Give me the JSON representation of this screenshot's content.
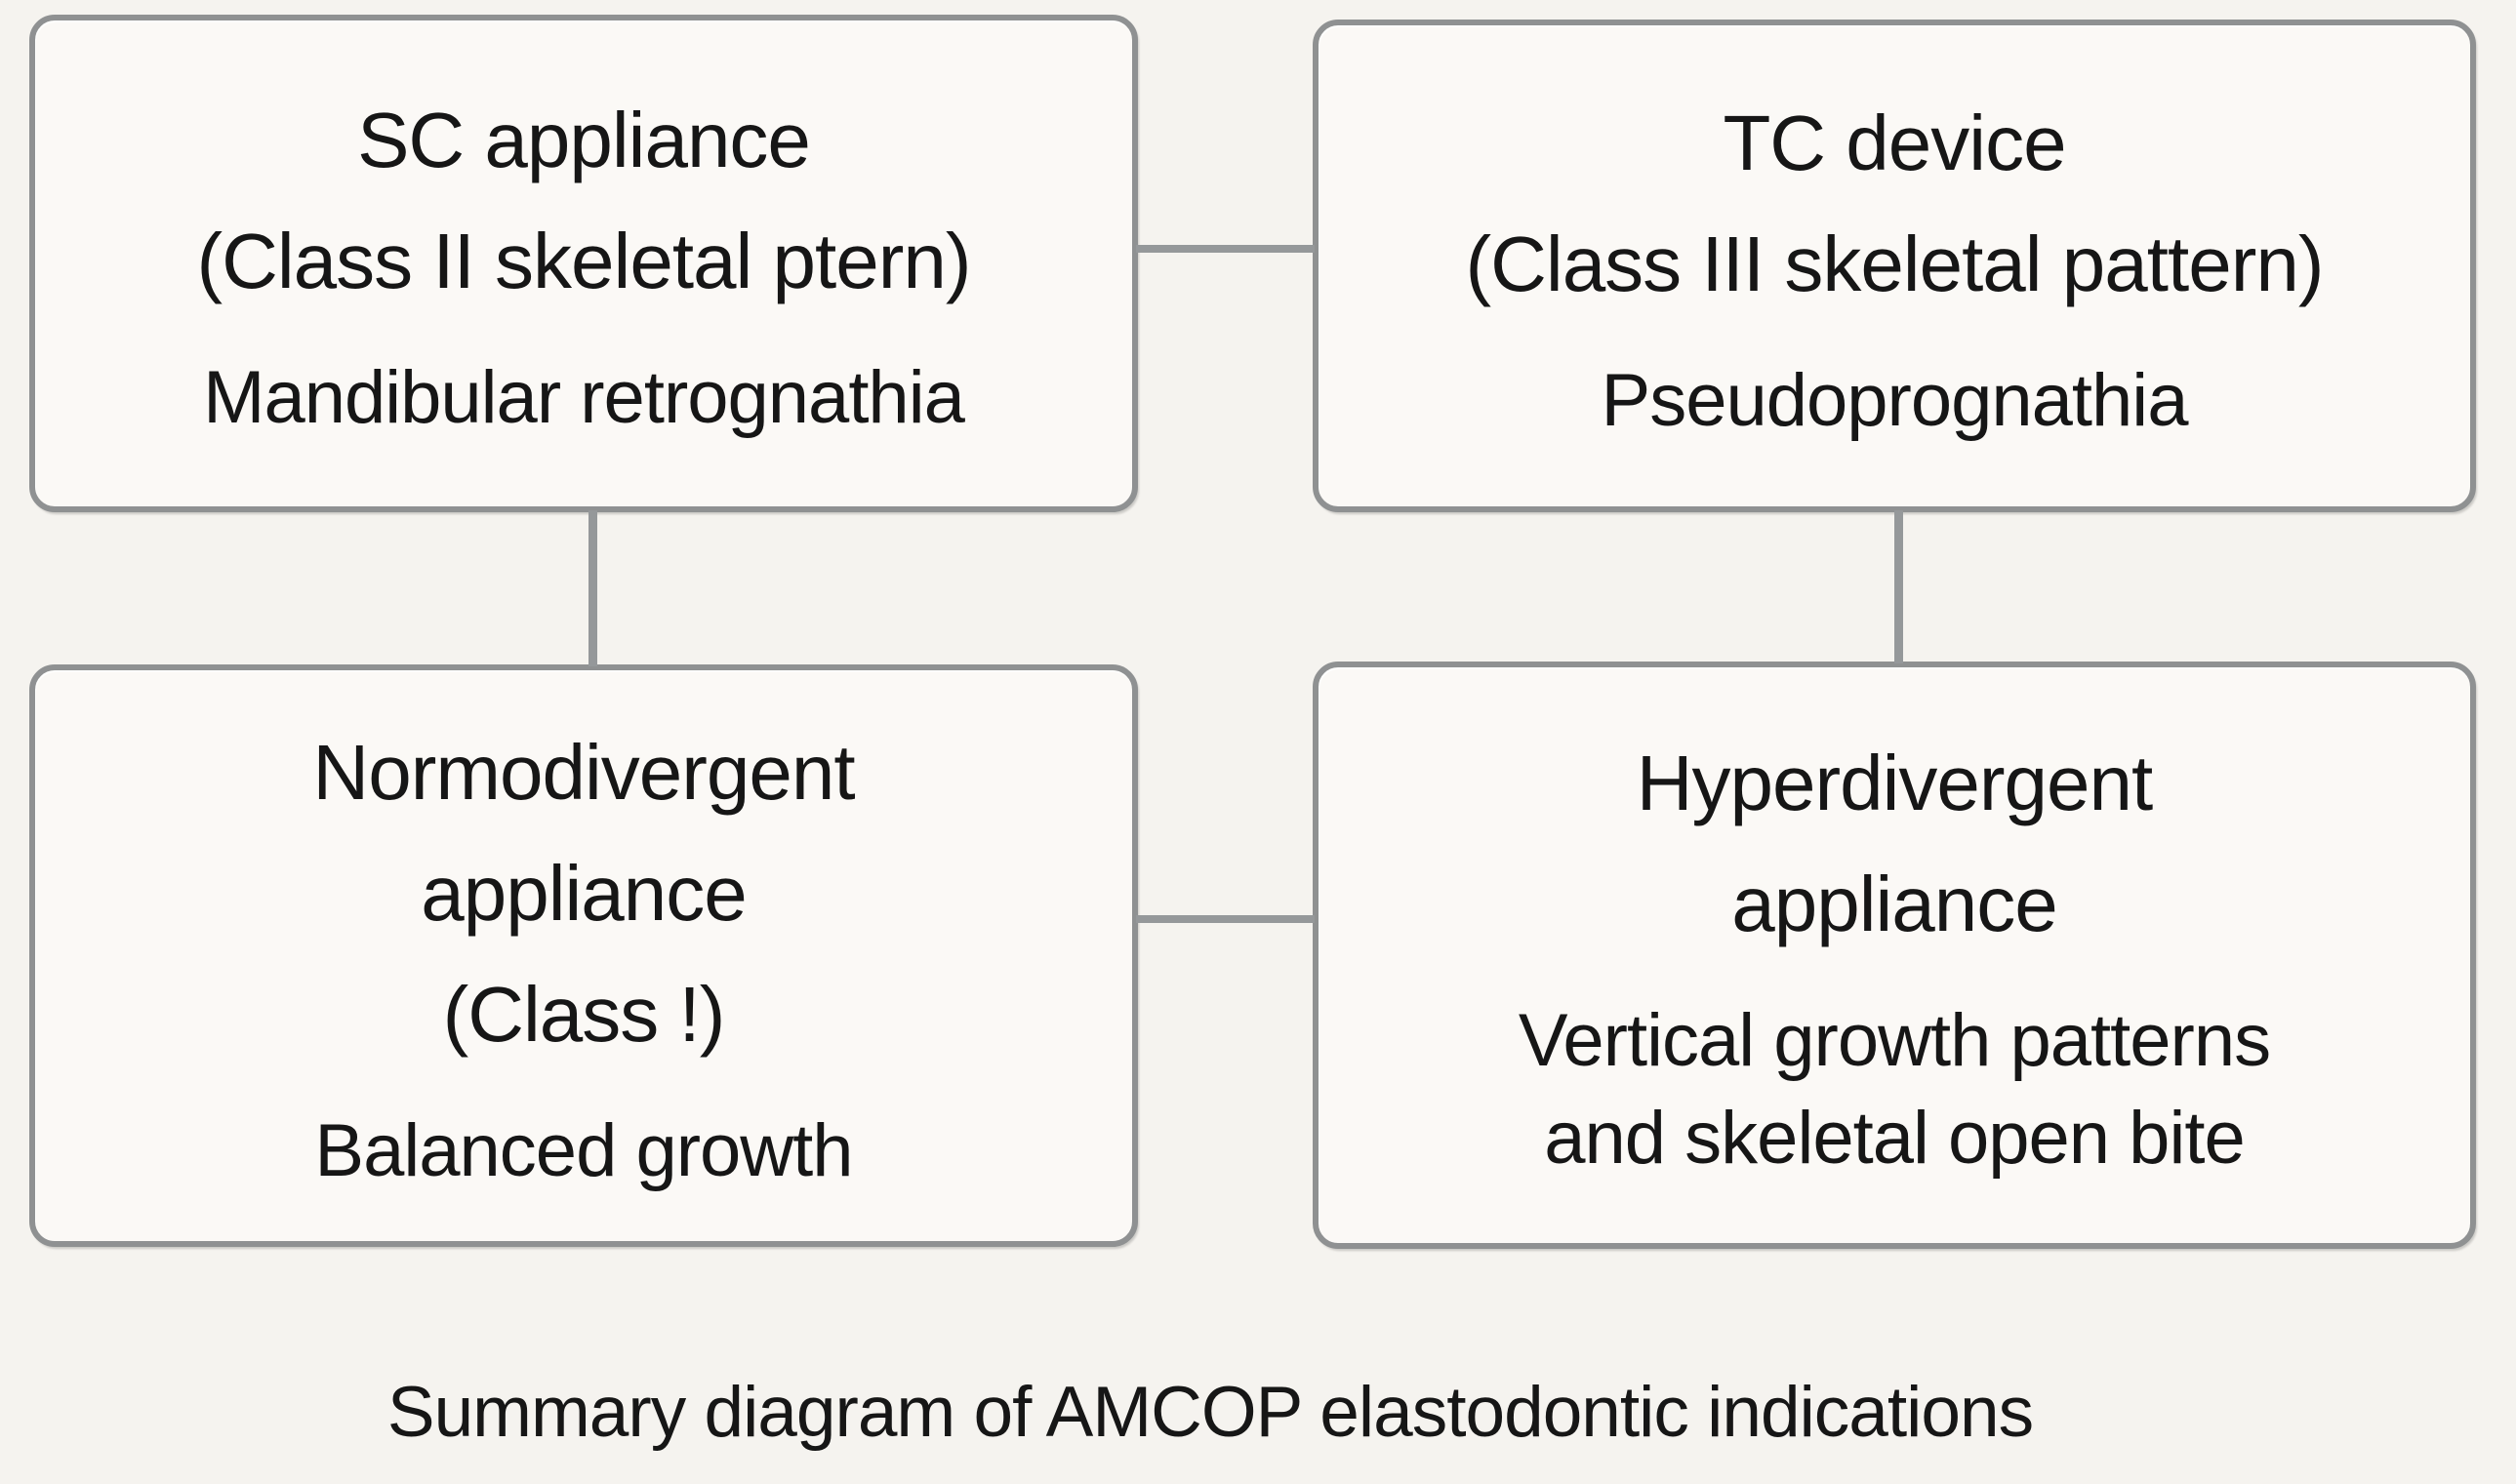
{
  "figure": {
    "caption": "Summary diagram of AMCOP elastodontic indications"
  },
  "colors": {
    "page_background": "#f5f3ef",
    "box_background": "#fbf9f6",
    "box_border": "#8f9192",
    "connector": "#95989a",
    "text": "#161616"
  },
  "boxes": [
    {
      "id": "sc-appliance",
      "title_lines": [
        "SC appliance",
        "(Class II skeletal ptern)"
      ],
      "subtitle_lines": [
        "Mandibular retrognathia"
      ]
    },
    {
      "id": "tc-device",
      "title_lines": [
        "TC device",
        "(Class III skeletal pattern)"
      ],
      "subtitle_lines": [
        "Pseudoprognathia"
      ]
    },
    {
      "id": "normodivergent-appliance",
      "title_lines": [
        "Normodivergent",
        "appliance",
        "(Class !)"
      ],
      "subtitle_lines": [
        "Balanced growth"
      ]
    },
    {
      "id": "hyperdivergent-appliance",
      "title_lines": [
        "Hyperdivergent",
        "appliance"
      ],
      "subtitle_lines": [
        "Vertical growth patterns",
        "and skeletal open bite"
      ]
    }
  ]
}
